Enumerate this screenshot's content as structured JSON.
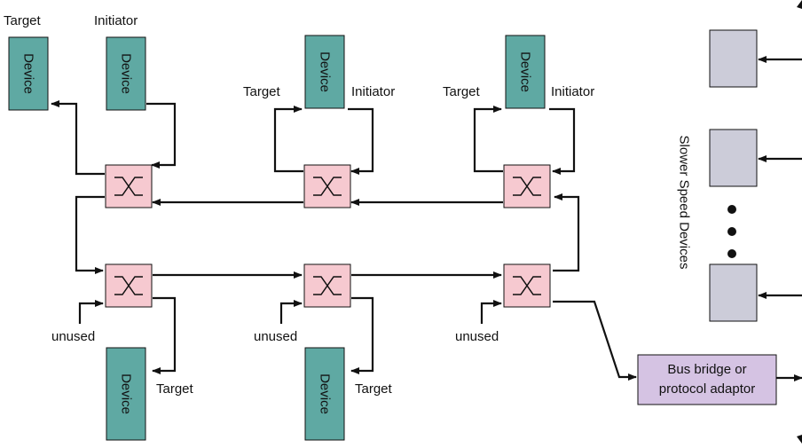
{
  "colors": {
    "device_fill": "#5fa9a3",
    "switch_fill": "#f6c9d0",
    "slow_fill": "#ccccd9",
    "bridge_fill": "#d5c3e3",
    "line": "#111111"
  },
  "labels": {
    "device": "Device",
    "target": "Target",
    "initiator": "Initiator",
    "unused": "unused",
    "bridge_line1": "Bus bridge or",
    "bridge_line2": "protocol adaptor",
    "slower_speed_devices": "Slower Speed Devices"
  },
  "icons": {
    "switch": "crossbar-switch-icon",
    "ellipsis": "vertical-ellipsis-dots"
  }
}
